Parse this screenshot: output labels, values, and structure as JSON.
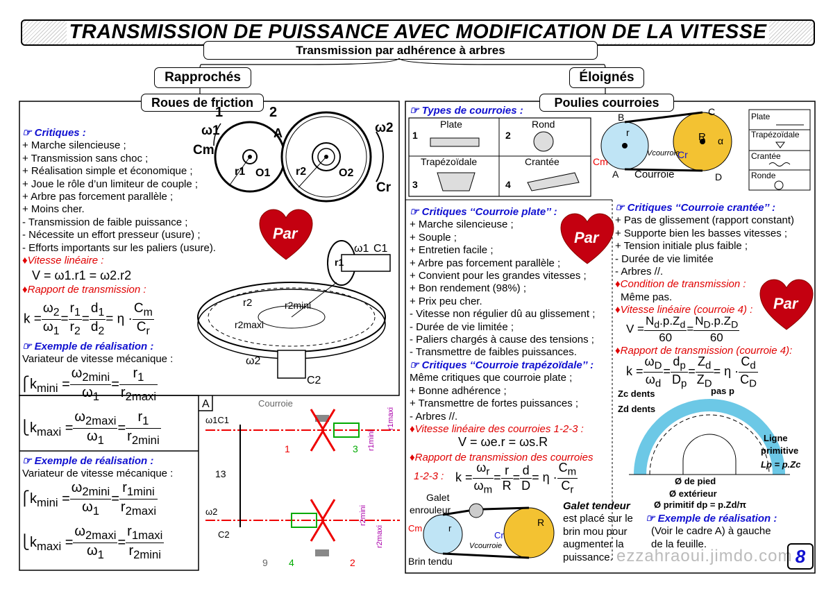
{
  "title": "TRANSMISSION DE PUISSANCE AVEC MODIFICATION DE LA VITESSE",
  "subtitle": "Transmission par adhérence à arbres",
  "branches": {
    "left": "Rapprochés",
    "right": "Éloignés"
  },
  "sections": {
    "friction": "Roues de friction",
    "poulies": "Poulies courroies"
  },
  "friction": {
    "criticals_title": "Critiques :",
    "criticals": [
      "+ Marche silencieuse ;",
      "+ Transmission sans choc ;",
      "+ Réalisation simple et économique ;",
      "+ Joue le rôle d’un limiteur de couple ;",
      "+ Arbre pas forcement parallèle ;",
      "+ Moins cher.",
      "- Transmission de faible puissance ;",
      "- Nécessite un effort presseur (usure) ;",
      "- Efforts importants sur les paliers (usure)."
    ],
    "vitesse_title": "Vitesse linéaire :",
    "vitesse_formula": "V = ω1.r1 = ω2.r2",
    "rapport_title": "Rapport de transmission :",
    "exemple_title": "Exemple de réalisation :",
    "exemple_text": "Variateur de vitesse mécanique :",
    "exemple2_title": "Exemple de réalisation :",
    "exemple2_text": "Variateur de vitesse mécanique :",
    "diagram_labels": {
      "n1": "1",
      "n2": "2",
      "w1": "ω1",
      "w2": "ω2",
      "cm": "Cm",
      "cr": "Cr",
      "a": "A",
      "r1": "r1",
      "r2": "r2",
      "o1": "O1",
      "o2": "O2"
    }
  },
  "heart_label": "Par",
  "courroies": {
    "types_title": "Types de courroies :",
    "types": [
      {
        "num": "1",
        "name": "Plate"
      },
      {
        "num": "2",
        "name": "Rond"
      },
      {
        "num": "3",
        "name": "Trapézoïdale"
      },
      {
        "num": "4",
        "name": "Crantée"
      }
    ],
    "legend": [
      "Plate",
      "Trapézoïdale",
      "Crantée",
      "Ronde"
    ],
    "plate_title": "Critiques ‘‘Courroie plate’’ :",
    "plate": [
      "+ Marche silencieuse ;",
      "+ Souple ;",
      "+ Entretien facile ;",
      "+ Arbre pas forcement parallèle ;",
      "+ Convient pour les grandes vitesses ;",
      "+ Bon rendement (98%) ;",
      "+ Prix peu cher.",
      "- Vitesse non régulier dû au glissement ;",
      "- Durée de vie limitée ;",
      "- Paliers chargés à cause des tensions ;",
      "- Transmettre de faibles puissances."
    ],
    "trap_title": "Critiques ‘‘Courroie trapézoïdale’’ :",
    "trap": [
      "Même critiques que courroie plate ;",
      "+ Bonne adhérence ;",
      "+ Transmettre de fortes puissances ;",
      "- Arbres //."
    ],
    "vit123_title": "Vitesse linéaire des courroies 1-2-3 :",
    "vit123_formula": "V = ωe.r = ωs.R",
    "rap123_title": "Rapport de transmission des courroies",
    "rap123_sub": "1-2-3 :",
    "crantee_title": "Critiques ‘‘Courroie crantée’’ :",
    "crantee": [
      "+ Pas de glissement (rapport constant)",
      "+ Supporte bien les basses vitesses ;",
      "+ Tension initiale plus faible ;",
      "- Durée de vie limitée",
      "- Arbres //."
    ],
    "cond_title": "Condition de transmission :",
    "cond_text": "Même pas.",
    "vit4_title": "Vitesse linéaire (courroie 4) :",
    "rap4_title": "Rapport de transmission (courroie 4):",
    "galet_title": "Galet tendeur",
    "galet_text": [
      "est placé sur le",
      "brin mou pour",
      "augmenter la",
      "puissance."
    ],
    "exemple_title": "Exemple de réalisation :",
    "exemple_text": [
      "(Voir le cadre A) à gauche",
      "de la feuille."
    ],
    "poulie_labels": {
      "b": "B",
      "c": "C",
      "a": "A",
      "d": "D",
      "r": "r",
      "R": "R",
      "courroie": "Courroie",
      "vcourroie": "Vcourroie",
      "cm": "Cm",
      "cr": "Cr",
      "alpha": "α"
    },
    "galet_labels": {
      "galet": "Galet",
      "enrouleur": "enrouleur",
      "brin": "Brin tendu"
    },
    "crantee_labels": {
      "zc": "Zc dents",
      "zd": "Zd dents",
      "pas": "pas p",
      "ligne": "Ligne",
      "primitive": "primitive",
      "lp": "Lp = p.Zc",
      "pied": "Ø de pied",
      "ext": "Ø extérieur",
      "prim": "Ø primitif dp = p.Zd/π"
    }
  },
  "frameA": {
    "label": "A",
    "courroie": "Courroie",
    "nums": [
      "1",
      "3",
      "13",
      "9",
      "4",
      "2"
    ],
    "r1mini": "r1mini",
    "r1maxi": "r1maxi",
    "r2mini": "r2mini",
    "r2maxi": "r2maxi",
    "w1c1": "ω1C1",
    "w2": "ω2",
    "c2": "C2"
  },
  "footer": {
    "site": "ezzahraoui.jimdo.com",
    "page": "8"
  }
}
